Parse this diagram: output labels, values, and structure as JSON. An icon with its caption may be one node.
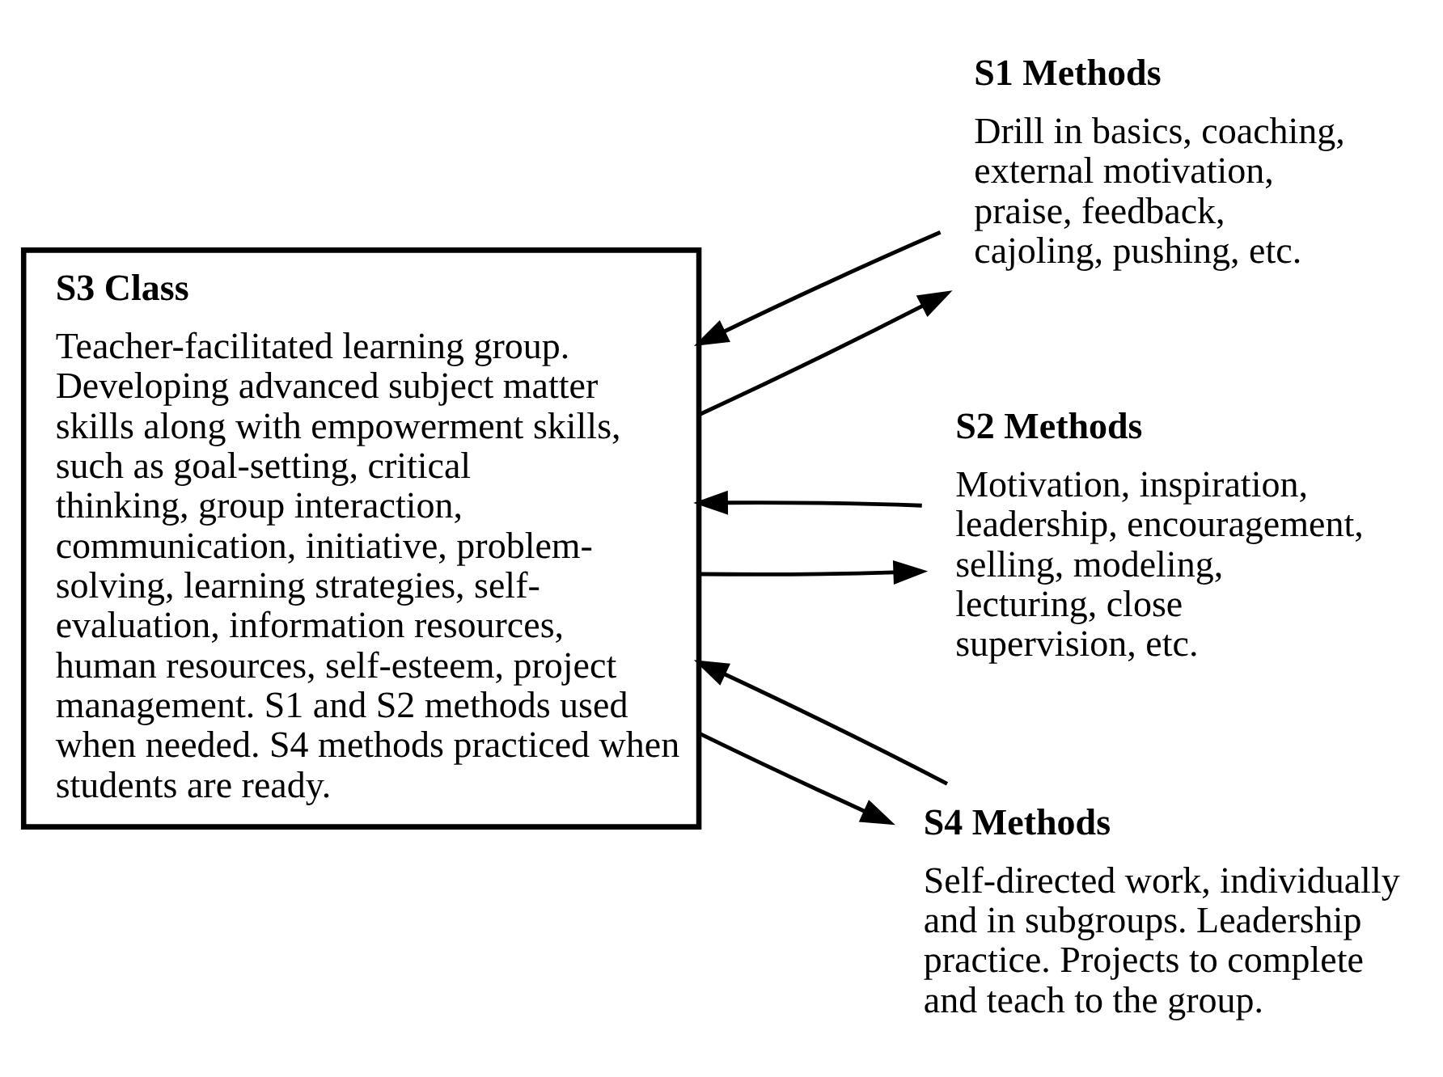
{
  "diagram": {
    "nodes": [
      {
        "text": [
          "S3 Class",
          "Teacher-facilitated learning group. Developing advanced subject matter skills along with empowerment skills, such as goal-setting, critical thinking, group interaction, communication, initiative, problem-solving, learning strategies, self-evaluation, information resources, human resources, self-esteem, project management. S1 and S2 methods used when needed. S4 methods practiced when students are ready."
        ]
      },
      {
        "text": [
          "S1 Methods",
          "Drill in basics, coaching, external motivation, praise, feedback, cajoling, pushing, etc."
        ]
      },
      {
        "text": [
          "S2 Methods",
          "Motivation, inspiration, leadership, encouragement, selling, modeling, lecturing, close supervision, etc."
        ]
      },
      {
        "text": [
          "S4 Methods",
          "Self-directed work, individually and in subgroups. Leadership practice. Projects to complete and teach to the group."
        ]
      }
    ],
    "edges": [
      {
        "from": 0,
        "to": 1,
        "arrow": "to"
      },
      {
        "from": 1,
        "to": 0,
        "arrow": "to"
      },
      {
        "from": 2,
        "to": 0,
        "arrow": "to"
      },
      {
        "from": 0,
        "to": 2,
        "arrow": "to"
      },
      {
        "from": 3,
        "to": 0,
        "arrow": "to"
      },
      {
        "from": 0,
        "to": 3,
        "arrow": "to"
      }
    ]
  }
}
